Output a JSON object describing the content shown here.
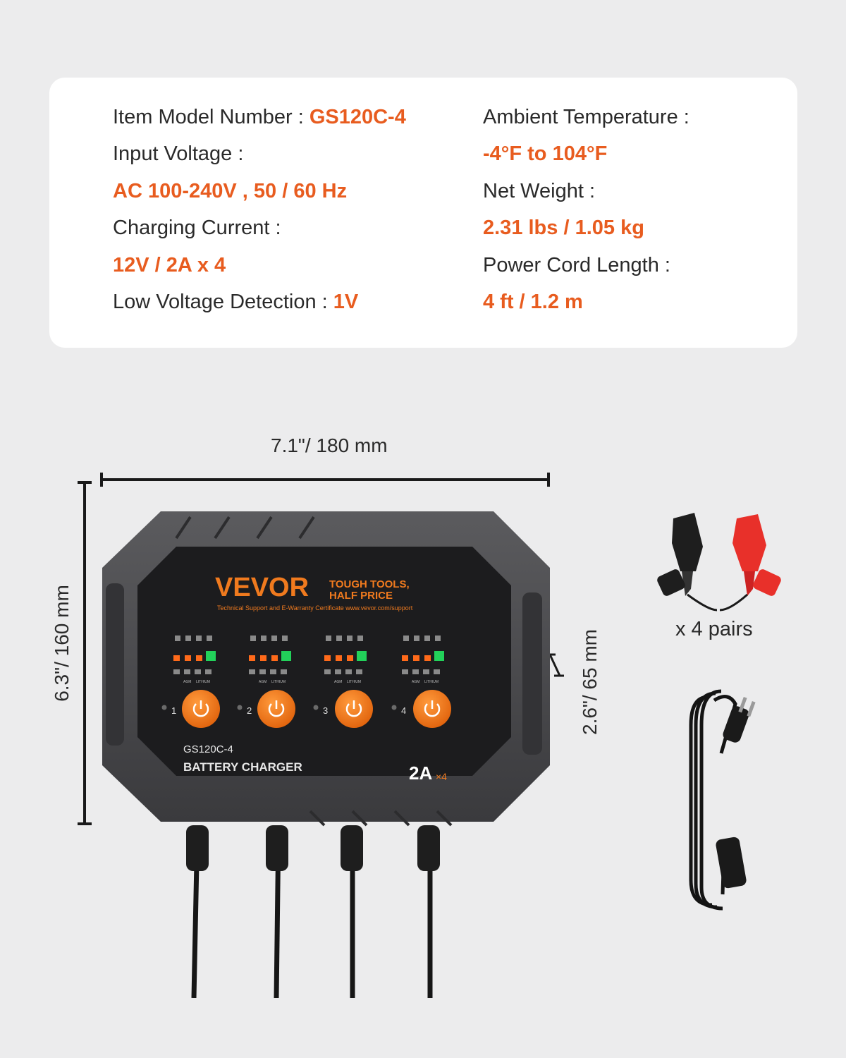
{
  "specs": {
    "model_label": "Item Model Number :",
    "model_value": "GS120C-4",
    "input_voltage_label": "Input Voltage :",
    "input_voltage_value": "AC 100-240V , 50 / 60 Hz",
    "charging_current_label": "Charging Current :",
    "charging_current_value": "12V / 2A x 4",
    "low_voltage_label": "Low Voltage Detection :",
    "low_voltage_value": "1V",
    "ambient_temp_label": "Ambient Temperature :",
    "ambient_temp_value": "-4°F to 104°F",
    "net_weight_label": "Net Weight :",
    "net_weight_value": "2.31 lbs / 1.05 kg",
    "cord_length_label": "Power Cord Length :",
    "cord_length_value": "4 ft / 1.2 m"
  },
  "dimensions": {
    "width": "7.1\"/ 180 mm",
    "height": "6.3\"/ 160 mm",
    "depth": "2.6\"/ 65 mm"
  },
  "product": {
    "brand": "VEVOR",
    "tagline_1": "TOUGH TOOLS,",
    "tagline_2": "HALF PRICE",
    "support_text": "Technical Support and E-Warranty Certificate www.vevor.com/support",
    "model": "GS120C-4",
    "name": "BATTERY CHARGER",
    "rating": "2A",
    "rating_suffix": "×4",
    "channels": [
      "1",
      "2",
      "3",
      "4"
    ],
    "indicator_labels": [
      "AGM",
      "LITHIUM"
    ]
  },
  "accessories": {
    "clamps_caption": "x 4 pairs"
  },
  "colors": {
    "accent": "#e85c1f",
    "led_green": "#22d15a",
    "led_orange": "#ff6a1a",
    "button_orange": "#f07a1e",
    "clamp_red": "#e8302a"
  }
}
